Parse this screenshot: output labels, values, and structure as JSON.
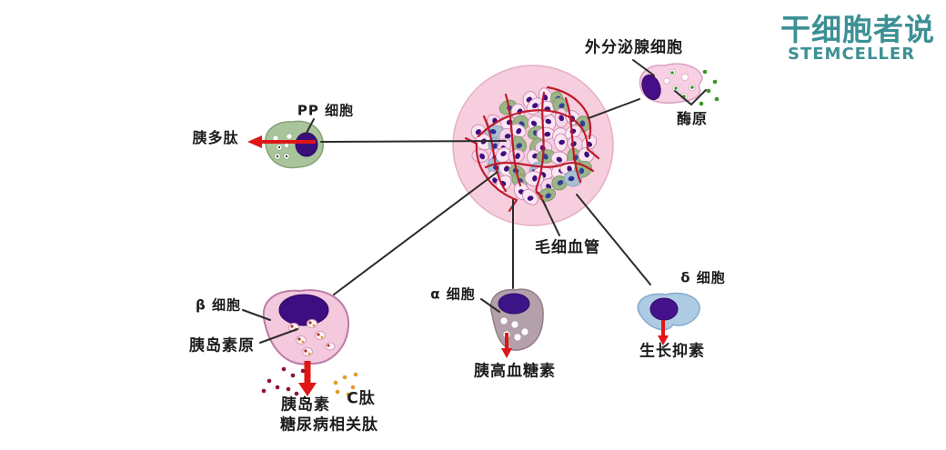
{
  "watermark": {
    "title": "干细胞者说",
    "subtitle": "STEMCELLER"
  },
  "labels": {
    "exocrine_cell": "外分泌腺细胞",
    "zymogen": "酶原",
    "pp_cell": "PP 细胞",
    "pancreatic_polypeptide": "胰多肽",
    "capillary": "毛细血管",
    "beta_cell": "β 细胞",
    "proinsulin": "胰岛素原",
    "insulin": "胰岛素",
    "c_peptide": "C肽",
    "diabetes_related_peptide": "糖尿病相关肽",
    "alpha_cell": "α 细胞",
    "glucagon": "胰高血糖素",
    "delta_cell": "δ 细胞",
    "somatostatin": "生长抑素"
  },
  "colors": {
    "islet_background": "#f7cede",
    "capillary_red": "#bd1322",
    "arrow_red": "#e01515",
    "pp_cell_green": "#a9c49b",
    "beta_cell_pink": "#f4c9de",
    "alpha_cell_mauve": "#b3a0ab",
    "delta_cell_blue": "#aecbe4",
    "exocrine_cell_pink": "#f7d0e3",
    "nucleus_purple": "#3c0e80",
    "zymogen_dot_green": "#3f9325",
    "insulin_dot_maroon": "#8c1430",
    "c_peptide_dot_orange": "#e39b2d",
    "watermark_teal": "#3d9095"
  }
}
